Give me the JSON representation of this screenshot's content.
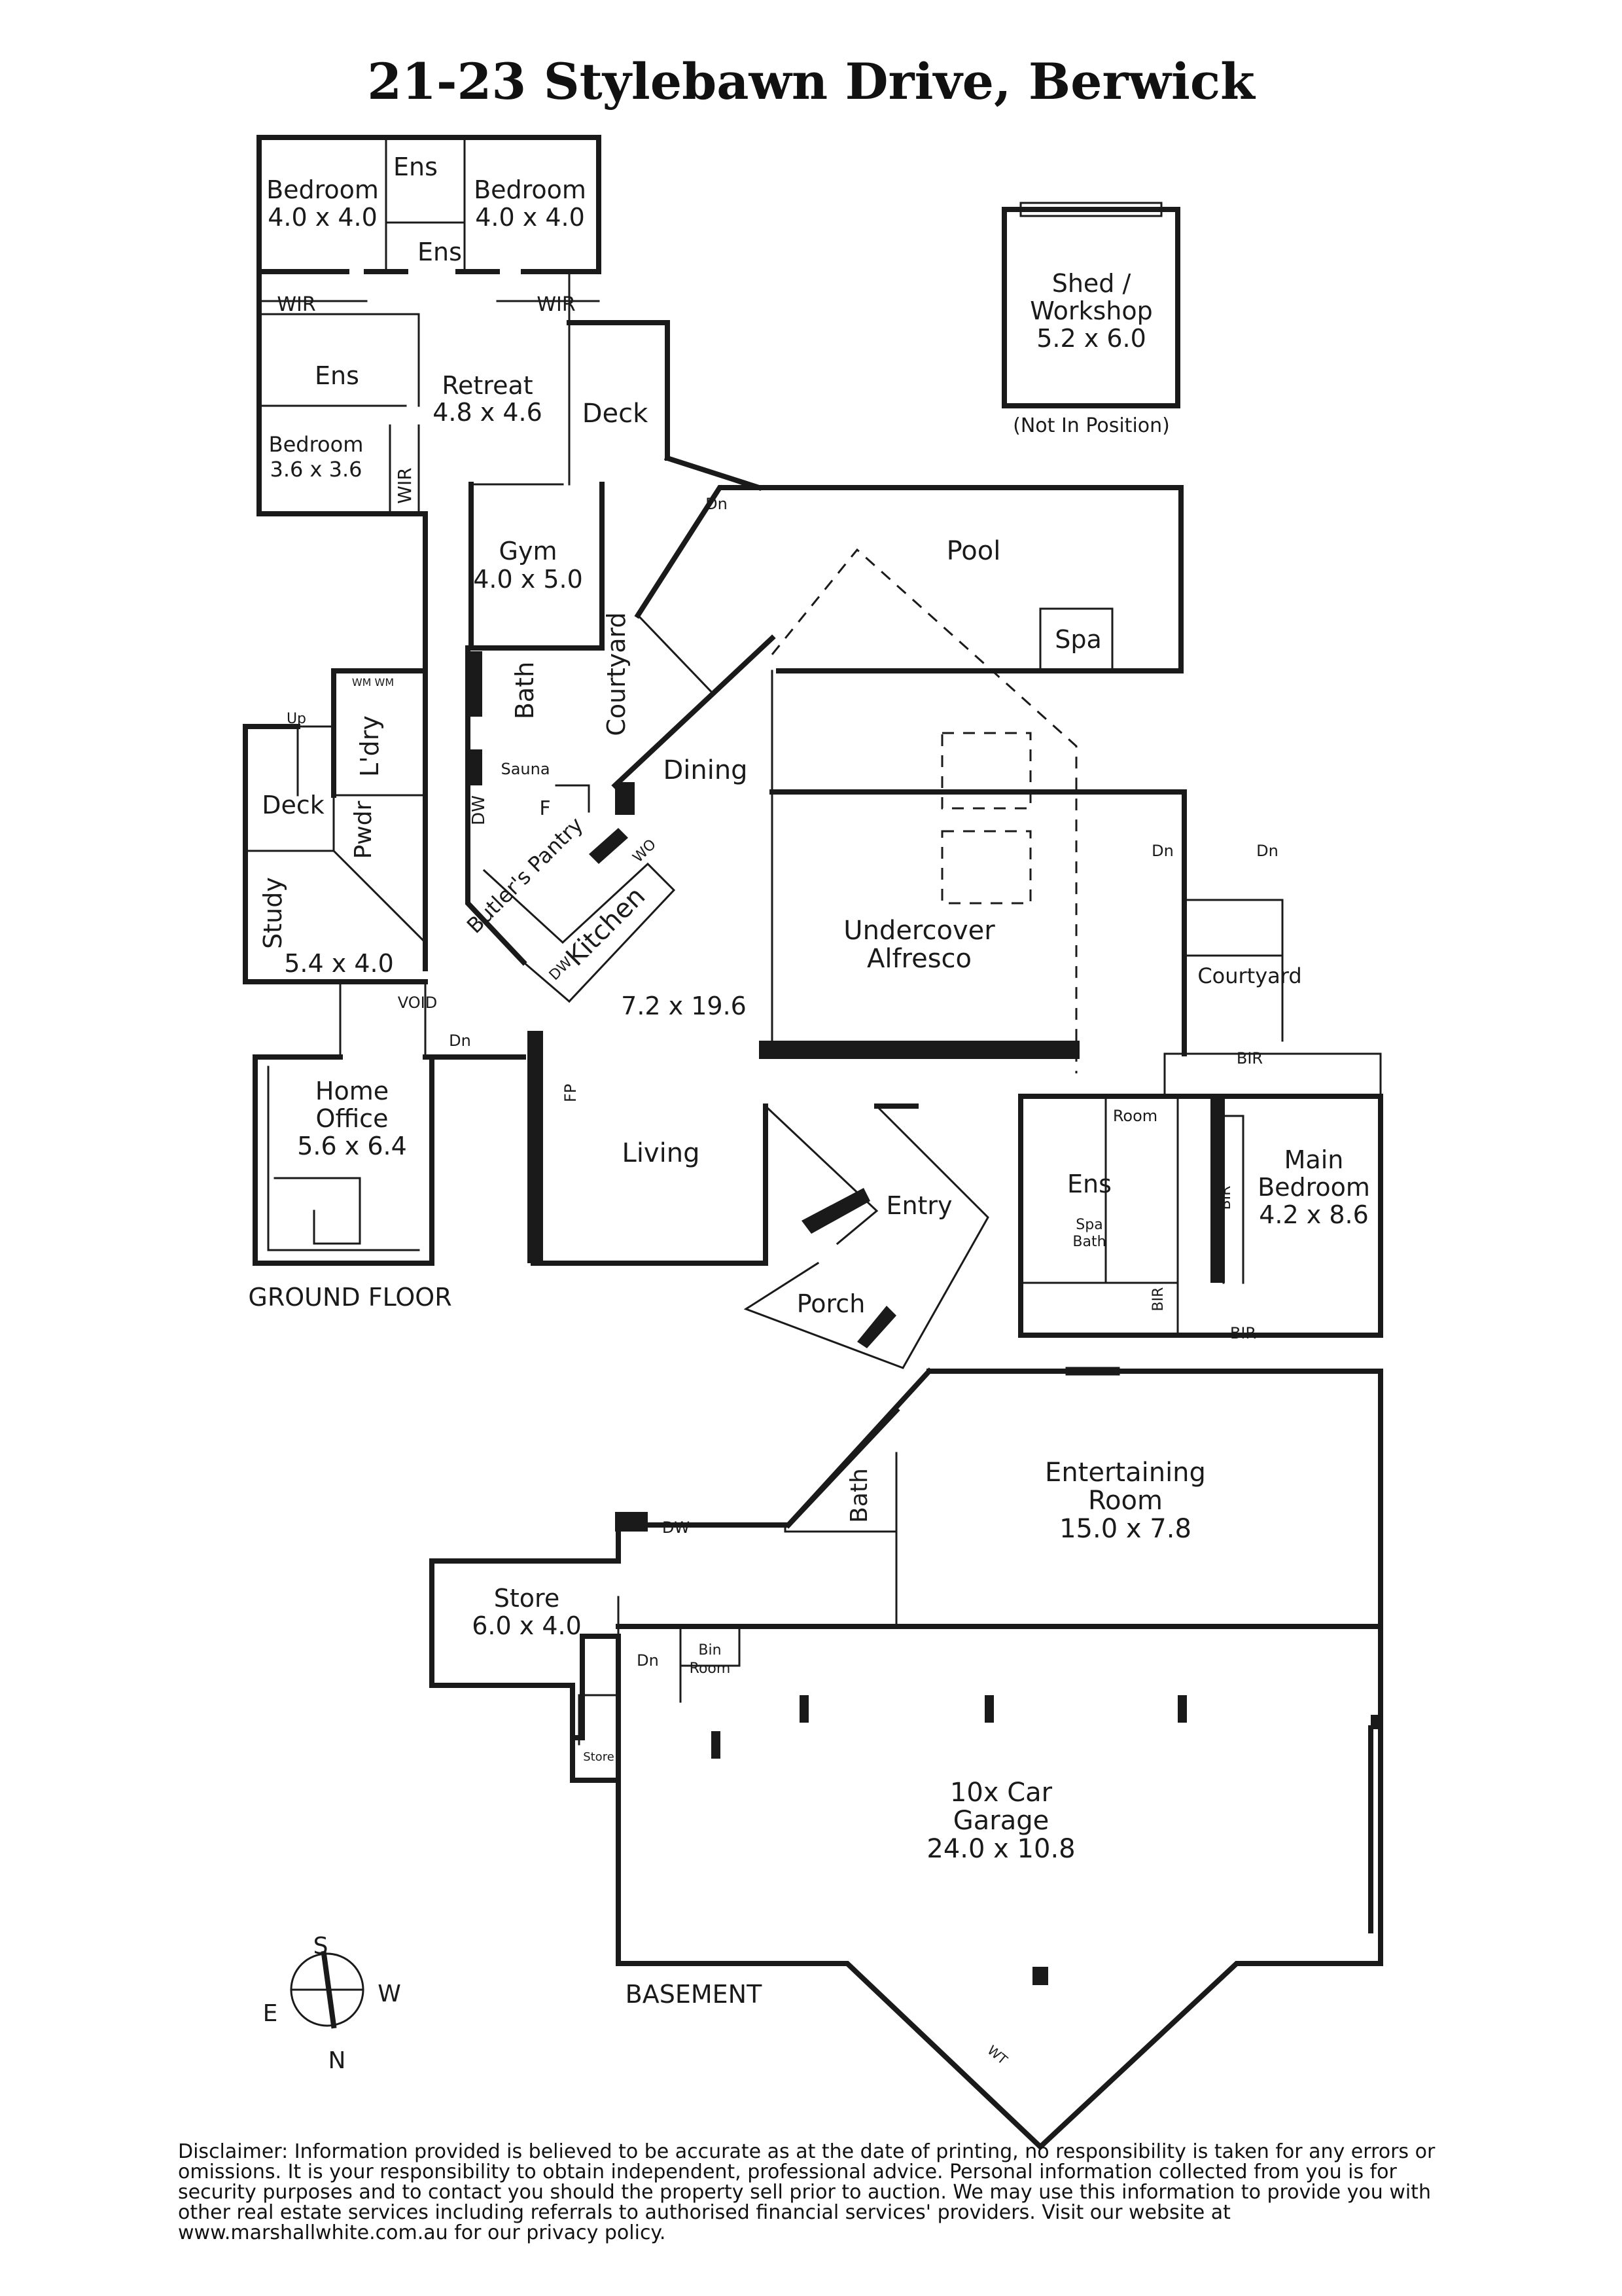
{
  "title": "21-23 Stylebawn Drive, Berwick",
  "floors": {
    "ground": "GROUND FLOOR",
    "basement": "BASEMENT"
  },
  "rooms": {
    "bedroom_nw_name": "Bedroom",
    "bedroom_nw_size": "4.0 x 4.0",
    "bedroom_ne_name": "Bedroom",
    "bedroom_ne_size": "4.0 x 4.0",
    "ens_top": "Ens",
    "ens_mid": "Ens",
    "wir_left": "WIR",
    "wir_right": "WIR",
    "ens_left": "Ens",
    "retreat_name": "Retreat",
    "retreat_size": "4.8 x 4.6",
    "deck_top": "Deck",
    "bedroom_small_name": "Bedroom",
    "bedroom_small_size": "3.6 x 3.6",
    "wir_small": "WIR",
    "gym_name": "Gym",
    "gym_size": "4.0 x 5.0",
    "shed_name": "Shed /",
    "shed_name2": "Workshop",
    "shed_size": "5.2 x 6.0",
    "shed_note": "(Not In Position)",
    "dn_deck": "Dn",
    "pool": "Pool",
    "spa": "Spa",
    "bath_gf": "Bath",
    "courtyard_left": "Courtyard",
    "sauna": "Sauna",
    "dining": "Dining",
    "up": "Up",
    "wm": "WM WM",
    "laundry": "L'dry",
    "deck_left": "Deck",
    "powder": "Pwdr",
    "dw_butler": "DW",
    "fridge": "F",
    "butlers_pantry": "Butler's Pantry",
    "wo": "WO",
    "kitchen": "Kitchen",
    "dw_kitchen": "DW",
    "study_name": "Study",
    "study_size": "5.4 x 4.0",
    "void": "VOID",
    "dn_void": "Dn",
    "kitchen_size": "7.2 x 19.6",
    "alfresco_name": "Undercover",
    "alfresco_name2": "Alfresco",
    "dn_alfresco1": "Dn",
    "dn_alfresco2": "Dn",
    "courtyard_right": "Courtyard",
    "home_office_name": "Home",
    "home_office_name2": "Office",
    "home_office_size": "5.6 x 6.4",
    "fp": "FP",
    "living": "Living",
    "entry": "Entry",
    "porch": "Porch",
    "bir_top": "BIR",
    "room_small": "Room",
    "ens_main": "Ens",
    "spa_bath": "Spa",
    "spa_bath2": "Bath",
    "bir_side": "BIR",
    "main_bed_name": "Main",
    "main_bed_name2": "Bedroom",
    "main_bed_size": "4.2 x 8.6",
    "bir_lower": "BIR",
    "bir_bottom": "BIR",
    "bath_bsmt": "Bath",
    "dw_bsmt": "DW",
    "entertaining_name": "Entertaining",
    "entertaining_name2": "Room",
    "entertaining_size": "15.0 x 7.8",
    "store_name": "Store",
    "store_size": "6.0 x 4.0",
    "dn_bsmt": "Dn",
    "bin_room": "Bin",
    "bin_room2": "Room",
    "store_small": "Store",
    "garage_name": "10x Car",
    "garage_name2": "Garage",
    "garage_size": "24.0 x 10.8",
    "wt": "WT"
  },
  "compass": {
    "s": "S",
    "w": "W",
    "e": "E",
    "n": "N"
  },
  "disclaimer": "Disclaimer: Information provided is believed to be accurate as at the date of printing, no responsibility is taken for any errors or omissions. It is your responsibility to obtain independent, professional advice. Personal information collected from you is for security purposes and to contact you should the property sell prior to auction. We may use this information to provide you with other real estate services including referrals to authorised financial services' providers. Visit our website at www.marshallwhite.com.au for our privacy policy."
}
